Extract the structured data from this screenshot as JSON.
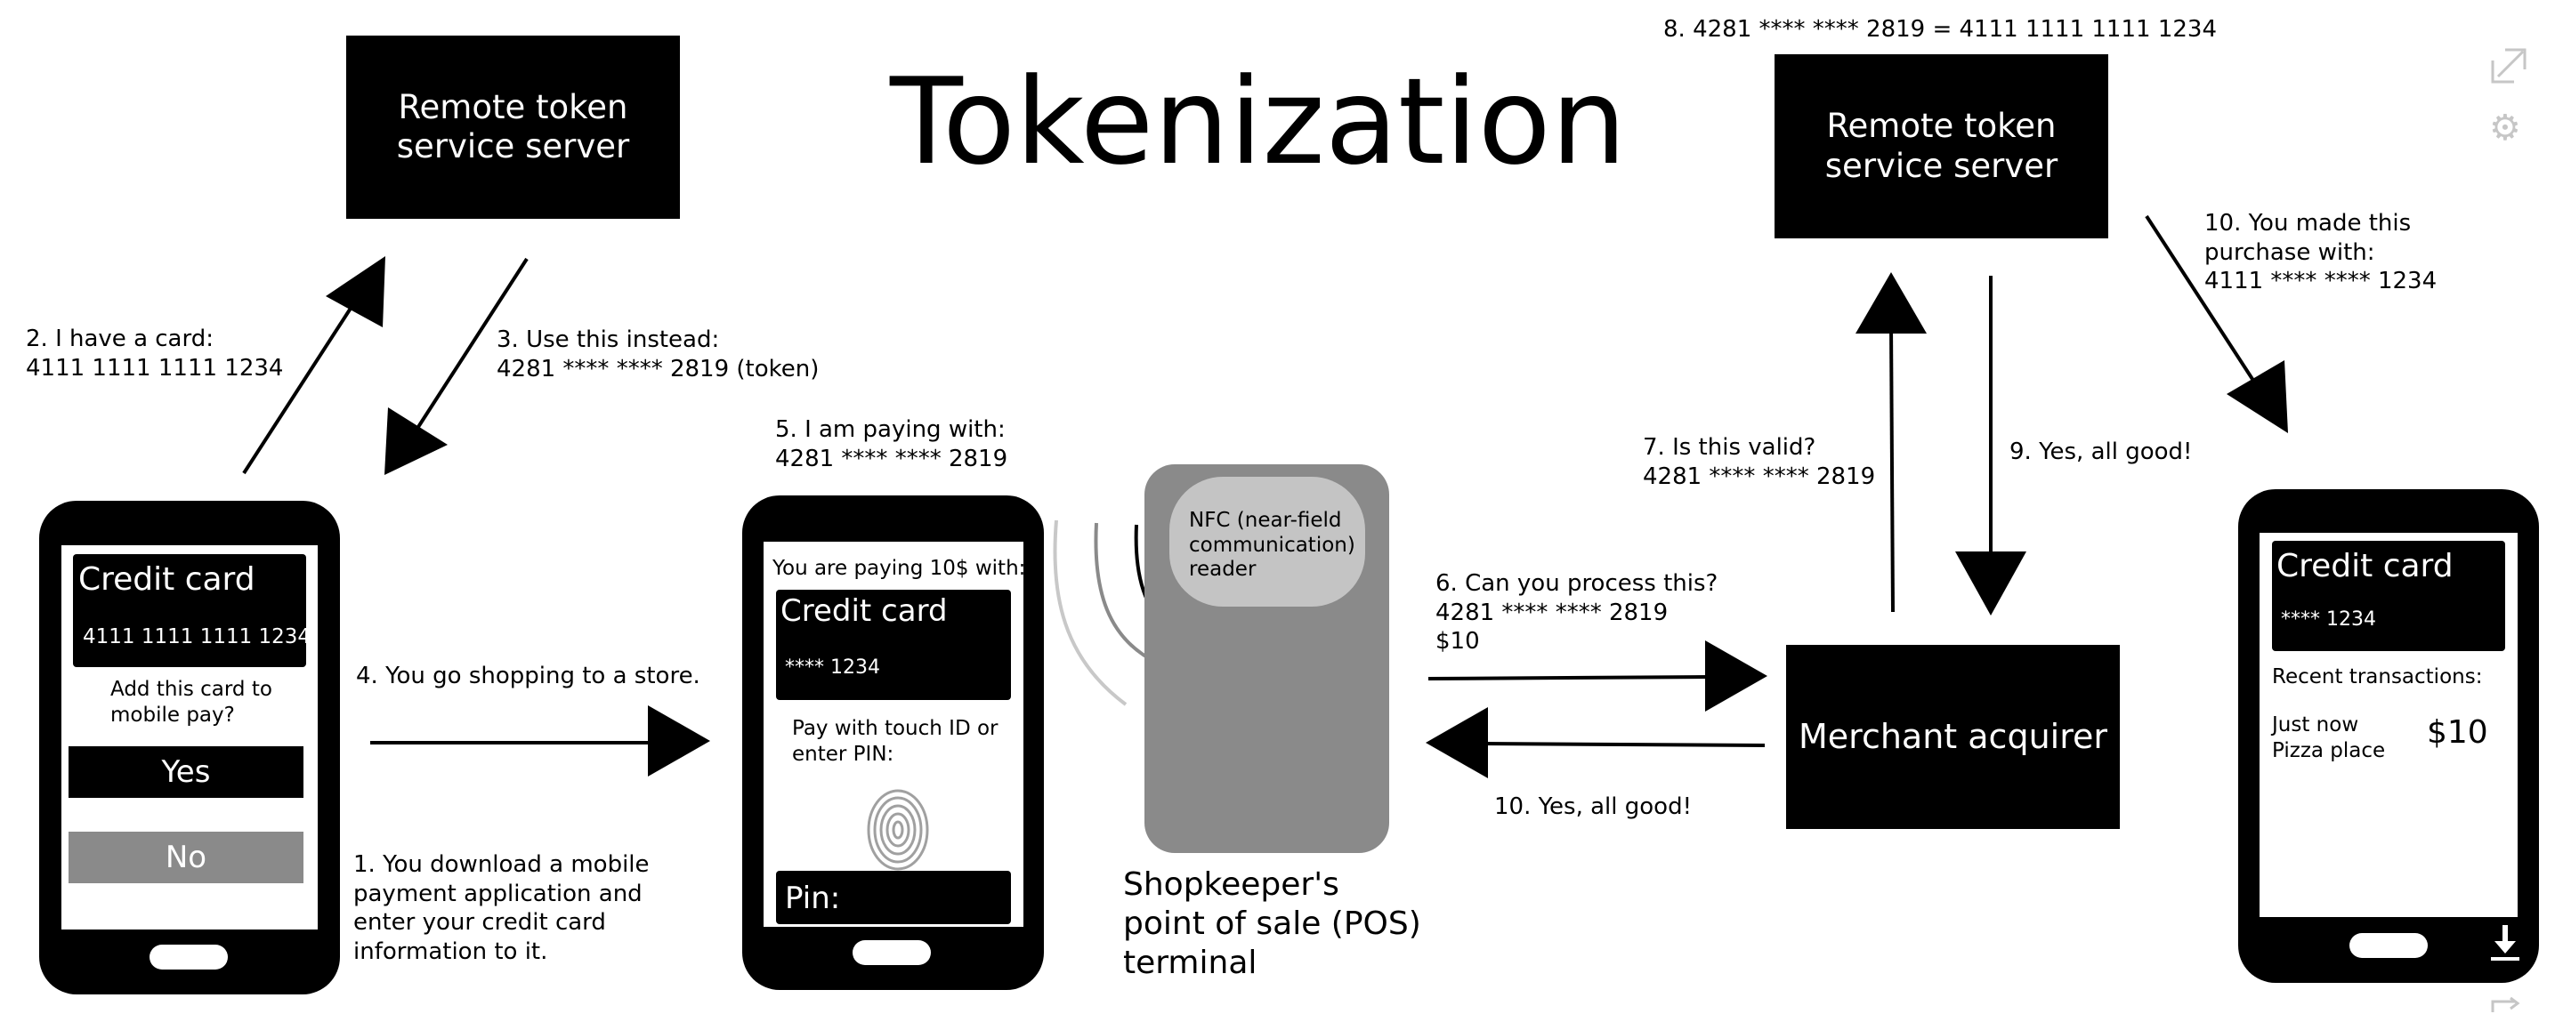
{
  "title": "Tokenization",
  "servers": {
    "left": "Remote token\nservice server",
    "right": "Remote token\nservice server"
  },
  "merchant": "Merchant acquirer",
  "pos": {
    "reader": "NFC (near-field\ncommunication)\nreader",
    "caption": "Shopkeeper's\npoint of sale (POS)\nterminal"
  },
  "steps": {
    "s1": "1. You download a mobile\npayment application and\nenter your credit card\ninformation to it.",
    "s2": "2. I have a card:\n4111 1111 1111 1234",
    "s3": "3. Use this instead:\n4281 **** **** 2819 (token)",
    "s4": "4. You go shopping to a store.",
    "s5": "5. I am paying with:\n4281 **** **** 2819",
    "s6": "6. Can you process this?\n4281 **** **** 2819\n$10",
    "s7": "7. Is this valid?\n4281 **** **** 2819",
    "s8": "8. 4281 **** **** 2819 = 4111 1111 1111 1234",
    "s9": "9. Yes, all good!",
    "s10a": "10. Yes, all good!",
    "s10b": "10. You made this\npurchase with:\n4111 **** **** 1234"
  },
  "phone1": {
    "card_title": "Credit card",
    "card_number": "4111 1111 1111 1234",
    "prompt": "Add this card to\nmobile pay?",
    "yes": "Yes",
    "no": "No"
  },
  "phone2": {
    "paying": "You are paying 10$ with:",
    "card_title": "Credit card",
    "card_number": "**** 1234",
    "auth": "Pay with touch ID or\nenter PIN:",
    "pin": "Pin:"
  },
  "phone3": {
    "card_title": "Credit card",
    "card_number": "**** 1234",
    "recent": "Recent transactions:",
    "tx_when": "Just now\nPizza place",
    "tx_amount": "$10"
  },
  "viewer_icons": [
    "chevron-up-icon",
    "expand-icon",
    "gear-icon",
    "download-icon",
    "share-icon"
  ]
}
